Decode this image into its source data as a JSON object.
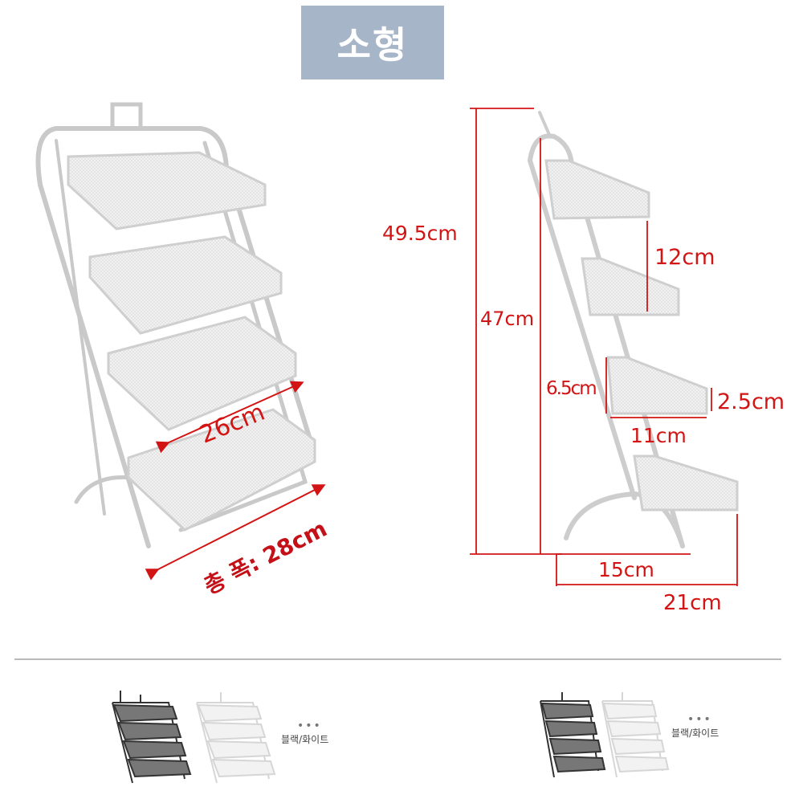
{
  "header": {
    "size_label": "소형"
  },
  "front_view": {
    "depth_label": "26cm",
    "total_width_label": "총 폭: 28cm"
  },
  "side_view": {
    "total_height_label": "49.5cm",
    "frame_height_label": "47cm",
    "shelf_gap_label": "12cm",
    "shelf_depth_label": "11cm",
    "shelf_back_label": "6.5cm",
    "shelf_front_label": "2.5cm",
    "base_label": "15cm",
    "total_depth_label": "21cm"
  },
  "colors": {
    "dimension_red": "#d31414",
    "badge_bg": "#a6b5c8"
  },
  "color_options": [
    {
      "label": "블랙/화이트"
    },
    {
      "label": "블랙/화이트"
    }
  ]
}
